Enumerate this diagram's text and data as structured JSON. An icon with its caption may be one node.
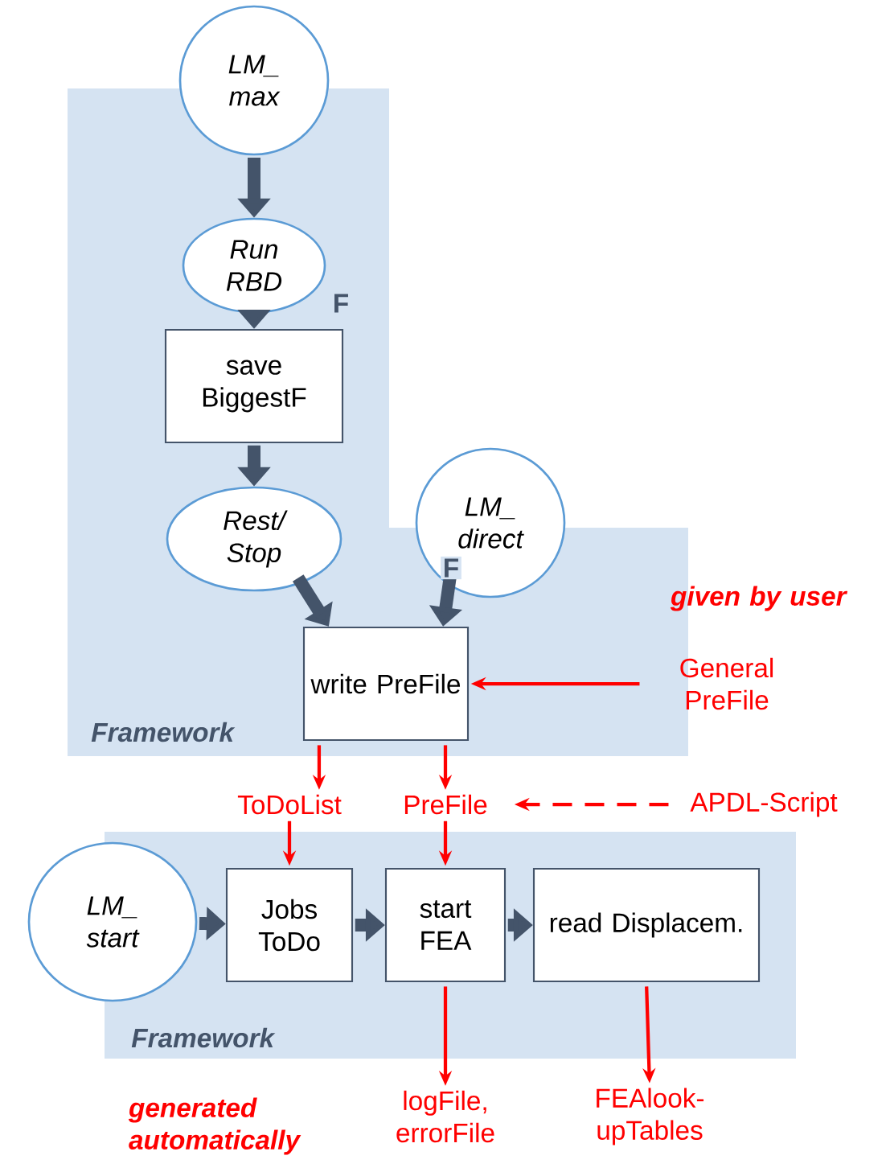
{
  "diagram": {
    "nodes": [
      {
        "text": [
          "Framework"
        ]
      },
      {
        "text": [
          "LM_ max"
        ]
      },
      {
        "text": [
          "Run RBD"
        ],
        "in": 0
      },
      {
        "text": [
          "save BiggestF"
        ],
        "in": 0
      },
      {
        "text": [
          "Rest/ Stop"
        ],
        "in": 0
      },
      {
        "text": [
          "LM_ direct"
        ]
      },
      {
        "text": [
          "write PreFile"
        ],
        "in": 0
      },
      {
        "text": [
          "General PreFile"
        ]
      },
      {
        "text": [
          "ToDoList"
        ]
      },
      {
        "text": [
          "PreFile"
        ]
      },
      {
        "text": [
          "APDL-Script"
        ]
      },
      {
        "text": [
          "Framework"
        ]
      },
      {
        "text": [
          "LM_ start"
        ]
      },
      {
        "text": [
          "Jobs ToDo"
        ],
        "in": 11
      },
      {
        "text": [
          "start FEA"
        ],
        "in": 11
      },
      {
        "text": [
          "read Displacem."
        ],
        "in": 11
      },
      {
        "text": [
          "logFile, errorFile"
        ]
      },
      {
        "text": [
          "FEAlook- upTables"
        ]
      }
    ],
    "edges": [
      {
        "from": 1,
        "to": 2,
        "arrow": "to",
        "style": "thick",
        "color": "#44546a"
      },
      {
        "from": 2,
        "to": 3,
        "arrow": "to",
        "style": "thick",
        "color": "#44546a",
        "label": "F"
      },
      {
        "from": 3,
        "to": 4,
        "arrow": "to",
        "style": "thick",
        "color": "#44546a"
      },
      {
        "from": 4,
        "to": 6,
        "arrow": "to",
        "style": "thick",
        "color": "#44546a"
      },
      {
        "from": 5,
        "to": 6,
        "arrow": "to",
        "style": "thick",
        "color": "#44546a",
        "label": "F"
      },
      {
        "from": 7,
        "to": 6,
        "arrow": "to",
        "color": "#ff0000"
      },
      {
        "from": 6,
        "to": 8,
        "arrow": "to",
        "color": "#ff0000"
      },
      {
        "from": 6,
        "to": 9,
        "arrow": "to",
        "color": "#ff0000"
      },
      {
        "from": 10,
        "to": 9,
        "arrow": "to",
        "style": "dashed",
        "color": "#ff0000"
      },
      {
        "from": 8,
        "to": 13,
        "arrow": "to",
        "color": "#ff0000"
      },
      {
        "from": 9,
        "to": 14,
        "arrow": "to",
        "color": "#ff0000"
      },
      {
        "from": 12,
        "to": 13,
        "arrow": "to",
        "style": "thick",
        "color": "#44546a"
      },
      {
        "from": 13,
        "to": 14,
        "arrow": "to",
        "style": "thick",
        "color": "#44546a"
      },
      {
        "from": 14,
        "to": 15,
        "arrow": "to",
        "style": "thick",
        "color": "#44546a"
      },
      {
        "from": 14,
        "to": 16,
        "arrow": "to",
        "color": "#ff0000"
      },
      {
        "from": 15,
        "to": 17,
        "arrow": "to",
        "color": "#ff0000"
      }
    ],
    "labels": [
      "given by user",
      "generated automatically"
    ]
  }
}
